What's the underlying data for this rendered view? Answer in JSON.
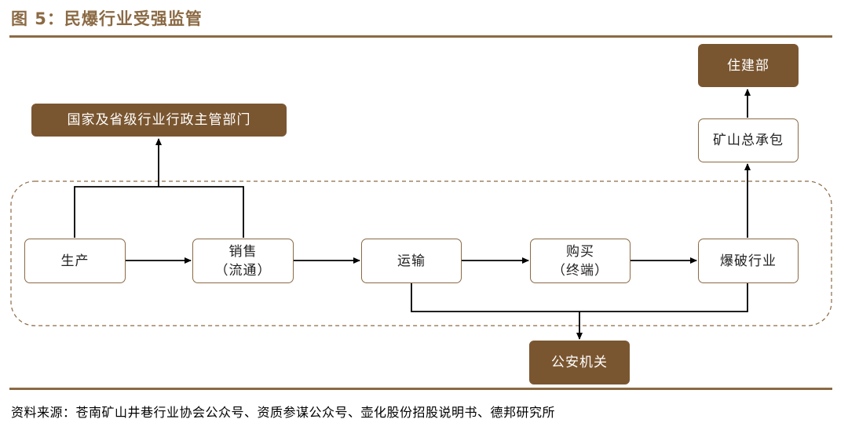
{
  "figure": {
    "title": "图 5：民爆行业受强监管",
    "source": "资料来源：苍南矿山井巷行业协会公众号、资质参谋公众号、壶化股份招股说明书、德邦研究所"
  },
  "nodes": {
    "authority": "国家及省级行业行政主管部门",
    "housing": "住建部",
    "mining": "矿山总承包",
    "production": "生产",
    "sales": "销售",
    "sales_sub": "（流通）",
    "transport": "运输",
    "purchase": "购买",
    "purchase_sub": "（终端）",
    "blasting": "爆破行业",
    "police": "公安机关"
  },
  "colors": {
    "accent": "#8b6a44",
    "dark_box": "#7a5630",
    "line": "#000000"
  }
}
